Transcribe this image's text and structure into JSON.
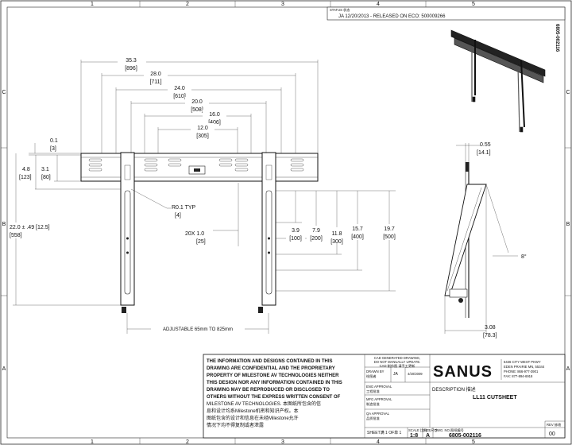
{
  "border": {
    "top_cols": [
      "1",
      "2",
      "3",
      "4",
      "5"
    ],
    "bottom_cols": [
      "1",
      "2",
      "3",
      "4",
      "5"
    ],
    "left_rows": [
      "C",
      "B",
      "A"
    ],
    "right_rows": [
      "C",
      "B",
      "A"
    ]
  },
  "revision": {
    "status_label": "STATUS 状态",
    "status_text": "JA  12/20/2013 - RELEASED ON ECO:  500009266",
    "side_part": "6805-002116"
  },
  "front_view": {
    "dims": [
      {
        "in": "35.3",
        "mm": "[896]"
      },
      {
        "in": "28.0",
        "mm": "[711]"
      },
      {
        "in": "24.0",
        "mm": "[610]"
      },
      {
        "in": "20.0",
        "mm": "[508]"
      },
      {
        "in": "16.0",
        "mm": "[406]"
      },
      {
        "in": "12.0",
        "mm": "[305]"
      }
    ],
    "left_dims": [
      {
        "in": "0.1",
        "mm": "[3]"
      },
      {
        "in": "4.8",
        "mm": "[123]"
      },
      {
        "in": "3.1",
        "mm": "[80]"
      },
      {
        "in": "22.0 ± .49 [12.5]",
        "mm": "[558]"
      }
    ],
    "radius_label": "R0.1 TYP",
    "radius_mm": "[4]",
    "slot_label": "20X  1.0",
    "slot_mm": "[25]",
    "right_dims": [
      {
        "in": "3.9",
        "mm": "[100]"
      },
      {
        "in": "7.9",
        "mm": "[200]"
      },
      {
        "in": "11.8",
        "mm": "[300]"
      },
      {
        "in": "15.7",
        "mm": "[400]"
      },
      {
        "in": "19.7",
        "mm": "[500]"
      }
    ],
    "adjustable": "ADJUSTABLE 65mm TO 825mm"
  },
  "side_view": {
    "top_dim_in": "0.55",
    "top_dim_mm": "[14.1]",
    "angle": "8°",
    "bottom_dim_in": "3.08",
    "bottom_dim_mm": "[78.3]"
  },
  "title_block": {
    "notice": [
      "THE INFORMATION AND DESIGNS CONTAINED IN THIS",
      "DRAWING ARE CONFIDENTIAL AND THE PROPRIETARY",
      "PROPERTY OF MILESTONE AV TECHNOLOGIES NEITHER",
      "THIS DESIGN NOR ANY INFORMATION CONTAINED IN THIS",
      "DRAWING MAY BE REPRODUCED OR DISCLOSED TO",
      "OTHERS WITHOUT THE EXPRESS WRITTEN CONSENT OF",
      "MILESTONE AV TECHNOLOGIES. 本图纸所包含的信",
      "息和设计均系Milestone机密和知识产权。本",
      "图纸包含的设计和信息在未经Milestone允许",
      "情况下均不得复制或者泄露"
    ],
    "cad_note": [
      "CAD GENERATED DRAWING,",
      "DO NOT MANUALLY UPDATE.",
      "CAD 制作图  请手工更新"
    ],
    "drawn_by_label": "DRAWN BY",
    "drawn_by_cn": "绘图者",
    "drawn_by": "JA",
    "drawn_date": "4/20/2009",
    "eng_label": "ENG APPROVAL",
    "eng_cn": "工程批准",
    "mfg_label": "MFG APPROVAL",
    "mfg_cn": "制造批准",
    "qa_label": "QA APPROVAL",
    "qa_cn": "品质批准",
    "brand": "SANUS",
    "address": [
      "6436 CITY WEST PKWY",
      "EDEN PRAIRIE MN, 55344",
      "PHONE: 866-977-3901",
      "FAX: 877-894-6918"
    ],
    "description_label": "DESCRIPTION 描述",
    "description": "LL11 CUTSHEET",
    "sheet_label": "SHEET满 1 OF单 1",
    "scale_label": "SCALE 比例",
    "scale": "1:8",
    "size_label": "SIZE尺寸",
    "size": "A",
    "dwg_label": "DWG. NO.图纸编号",
    "dwg_no": "6805-002116",
    "rev_label": "REV 修改",
    "rev": "00"
  }
}
